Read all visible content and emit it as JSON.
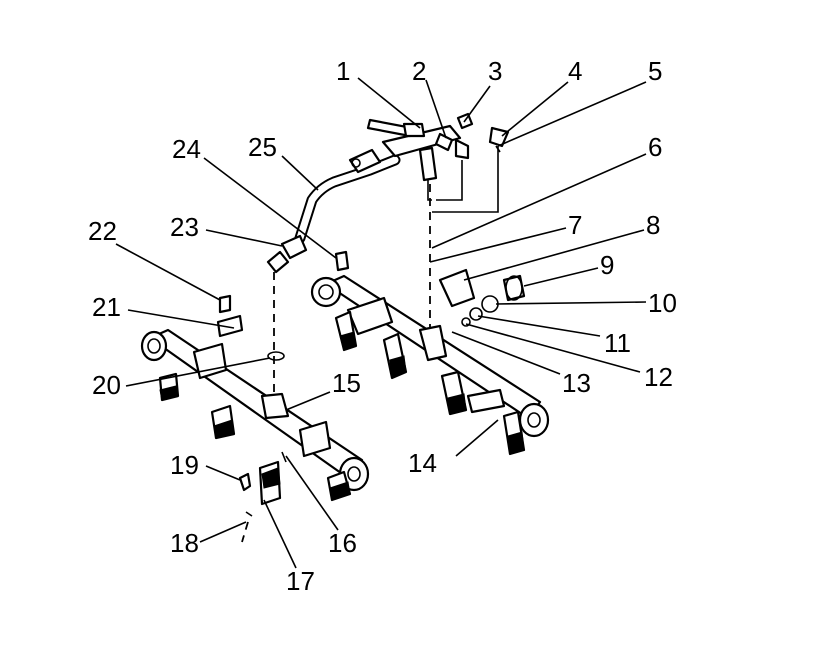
{
  "callouts": [
    {
      "id": "1",
      "text": "1"
    },
    {
      "id": "2",
      "text": "2"
    },
    {
      "id": "3",
      "text": "3"
    },
    {
      "id": "4",
      "text": "4"
    },
    {
      "id": "5",
      "text": "5"
    },
    {
      "id": "6",
      "text": "6"
    },
    {
      "id": "7",
      "text": "7"
    },
    {
      "id": "8",
      "text": "8"
    },
    {
      "id": "9",
      "text": "9"
    },
    {
      "id": "10",
      "text": "10"
    },
    {
      "id": "11",
      "text": "11"
    },
    {
      "id": "12",
      "text": "12"
    },
    {
      "id": "13",
      "text": "13"
    },
    {
      "id": "14",
      "text": "14"
    },
    {
      "id": "15",
      "text": "15"
    },
    {
      "id": "16",
      "text": "16"
    },
    {
      "id": "17",
      "text": "17"
    },
    {
      "id": "18",
      "text": "18"
    },
    {
      "id": "19",
      "text": "19"
    },
    {
      "id": "20",
      "text": "20"
    },
    {
      "id": "21",
      "text": "21"
    },
    {
      "id": "22",
      "text": "22"
    },
    {
      "id": "23",
      "text": "23"
    },
    {
      "id": "24",
      "text": "24"
    },
    {
      "id": "25",
      "text": "25"
    }
  ],
  "colors": {
    "line": "#000000",
    "background": "#ffffff"
  }
}
